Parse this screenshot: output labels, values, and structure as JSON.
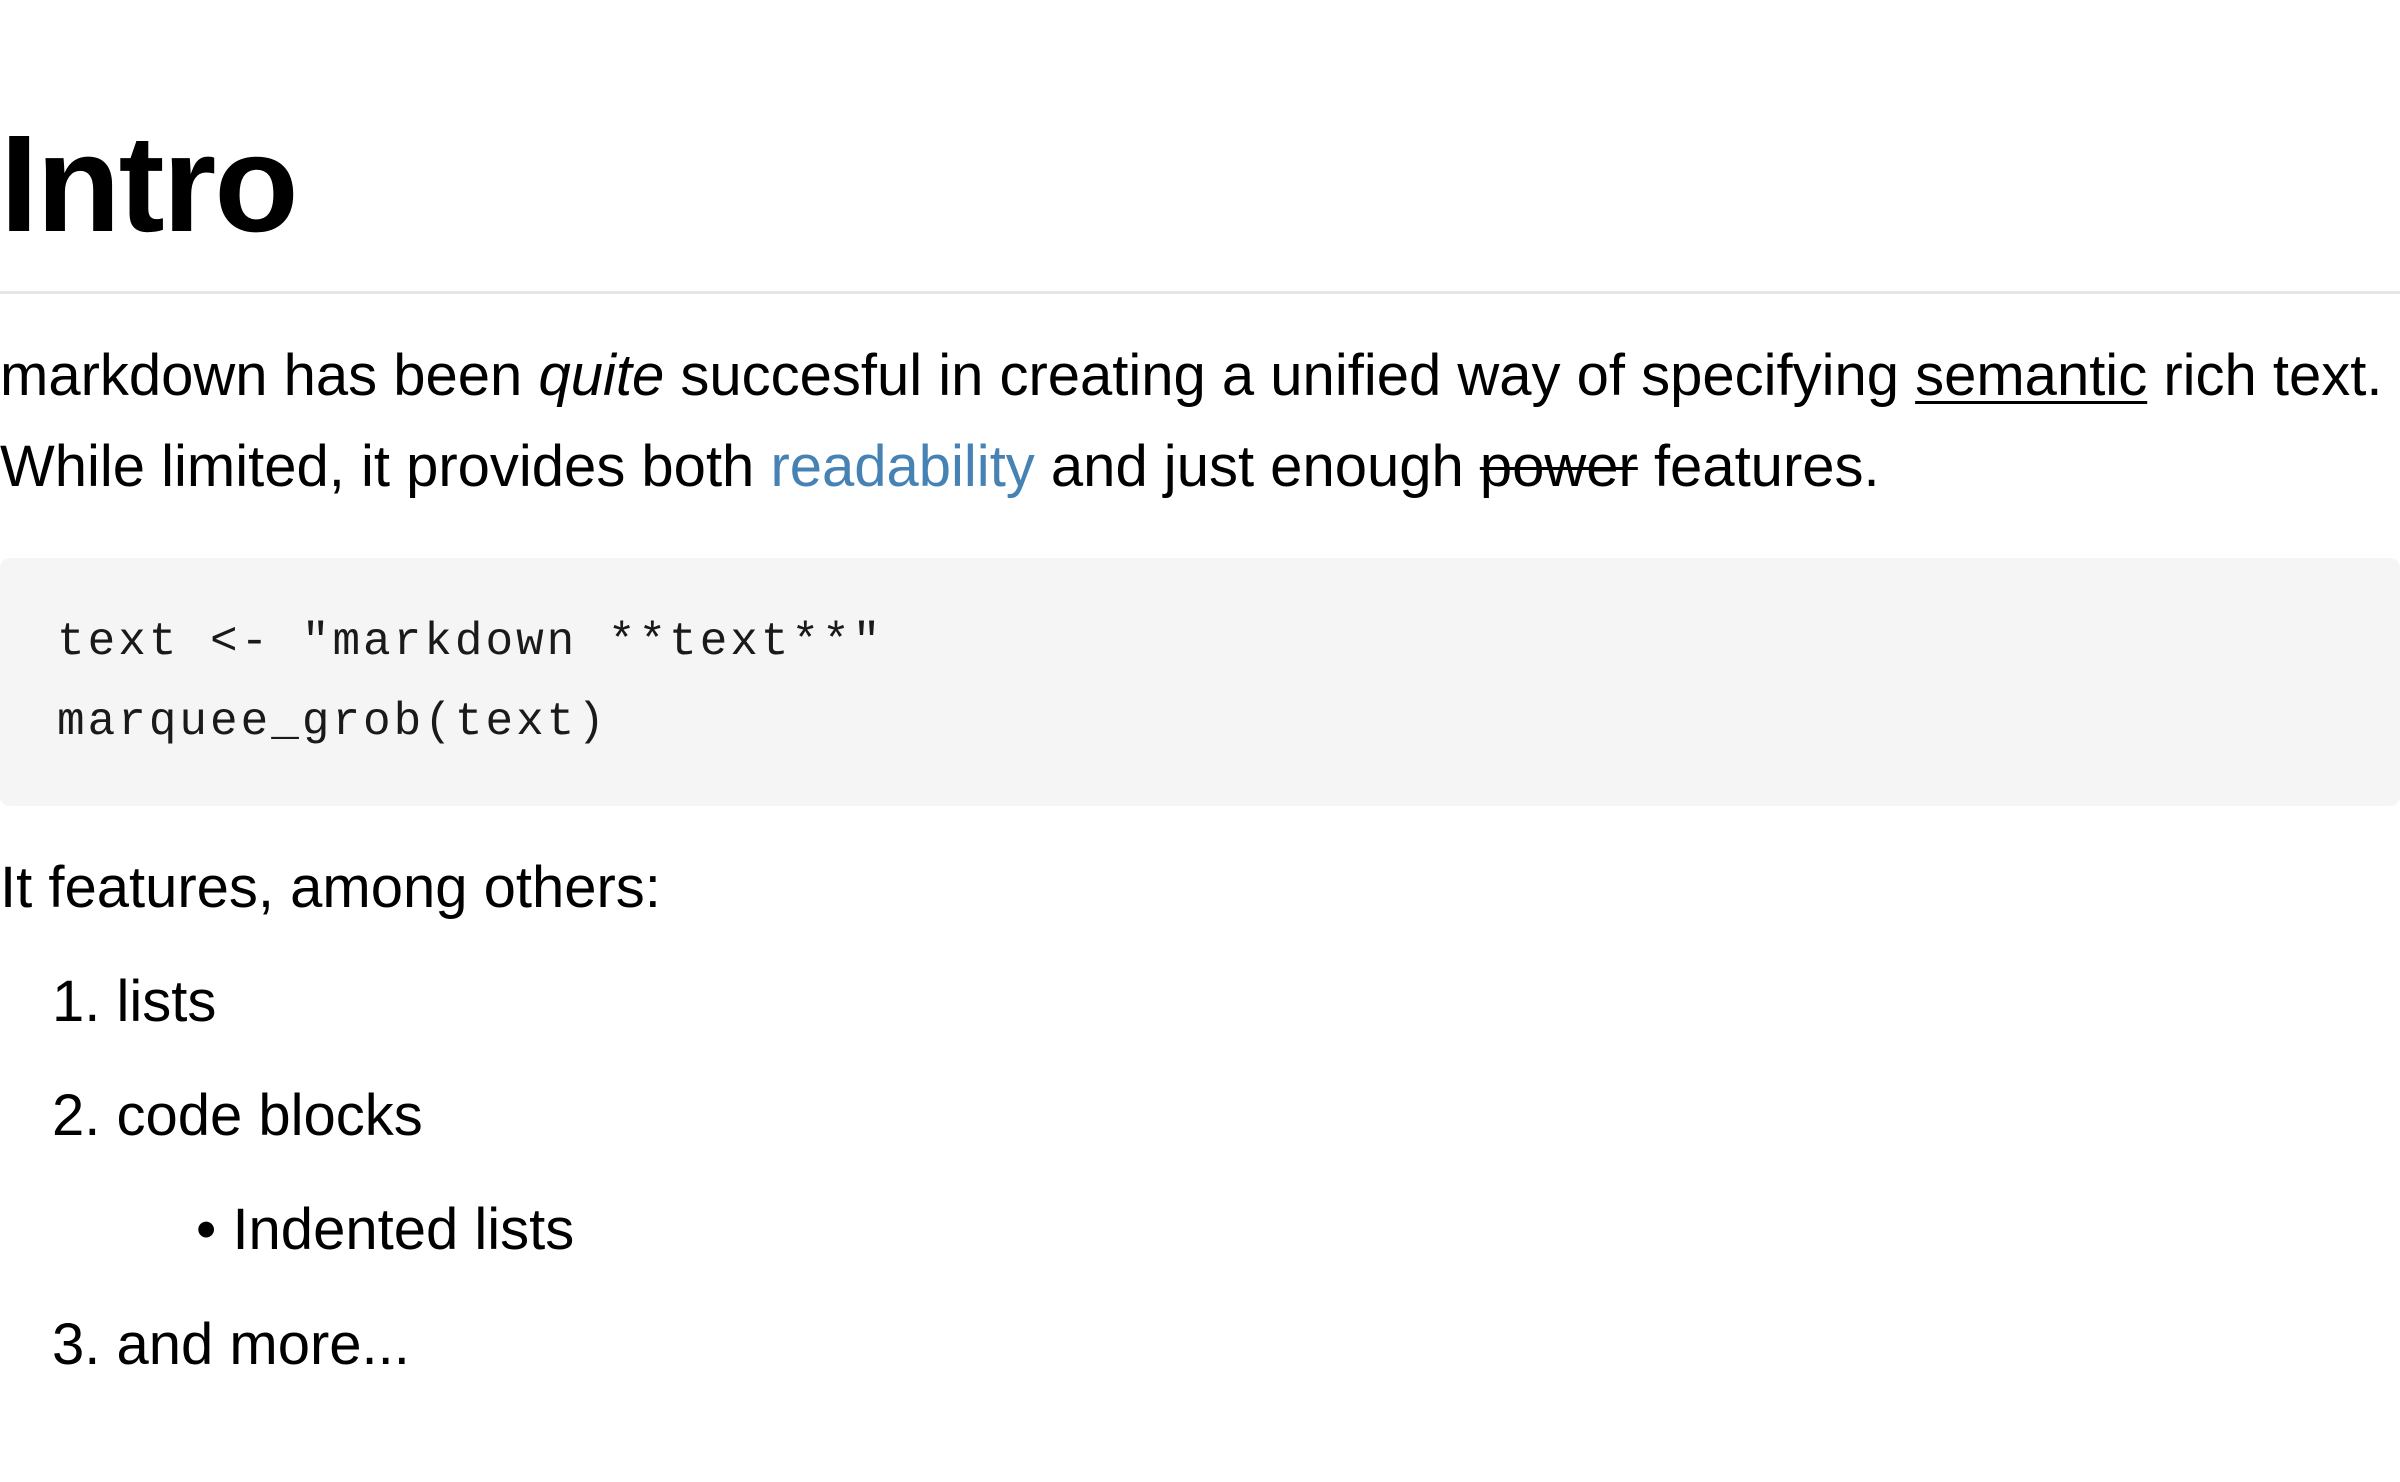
{
  "heading": "Intro",
  "paragraph": {
    "t1": "markdown has been ",
    "emph": "quite",
    "t2": " succesful in creating a unified way of specifying ",
    "underlined": "semantic",
    "t3": " rich text.",
    "t4": "While limited, it provides both ",
    "link": "readability",
    "t5": " and just enough ",
    "strike": "power",
    "t6": " features."
  },
  "code": {
    "line1": "text <- \"markdown **text**\"",
    "line2": "marquee_grob(text)"
  },
  "features_intro": "It features, among others:",
  "list": [
    {
      "marker": "1.",
      "text": "lists"
    },
    {
      "marker": "2.",
      "text": "code blocks"
    },
    {
      "marker": "•",
      "text": "Indented lists"
    },
    {
      "marker": "3.",
      "text": "and more..."
    }
  ],
  "colors": {
    "link": "#4682b4",
    "code_background": "#f5f5f5",
    "rule": "#e6e6e6"
  }
}
